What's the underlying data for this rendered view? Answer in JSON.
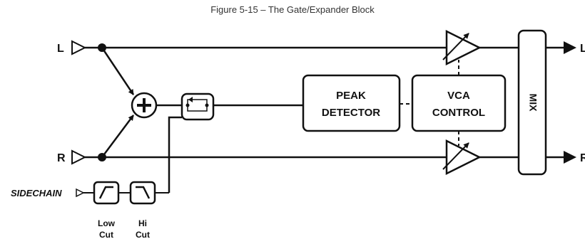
{
  "caption": "Figure 5-15 – The Gate/Expander Block",
  "inputs": {
    "left": "L",
    "right": "R",
    "sidechain": "SIDECHAIN"
  },
  "outputs": {
    "left": "L",
    "right": "R"
  },
  "blocks": {
    "peak_detector": [
      "PEAK",
      "DETECTOR"
    ],
    "vca_control": [
      "VCA",
      "CONTROL"
    ],
    "mix": "MIX"
  },
  "filters": {
    "low_cut": [
      "Low",
      "Cut"
    ],
    "hi_cut": [
      "Hi",
      "Cut"
    ]
  },
  "icons": {
    "summer": "plus-circle-icon",
    "selector": "switch-icon",
    "vca": "triangle-amplifier-icon"
  }
}
